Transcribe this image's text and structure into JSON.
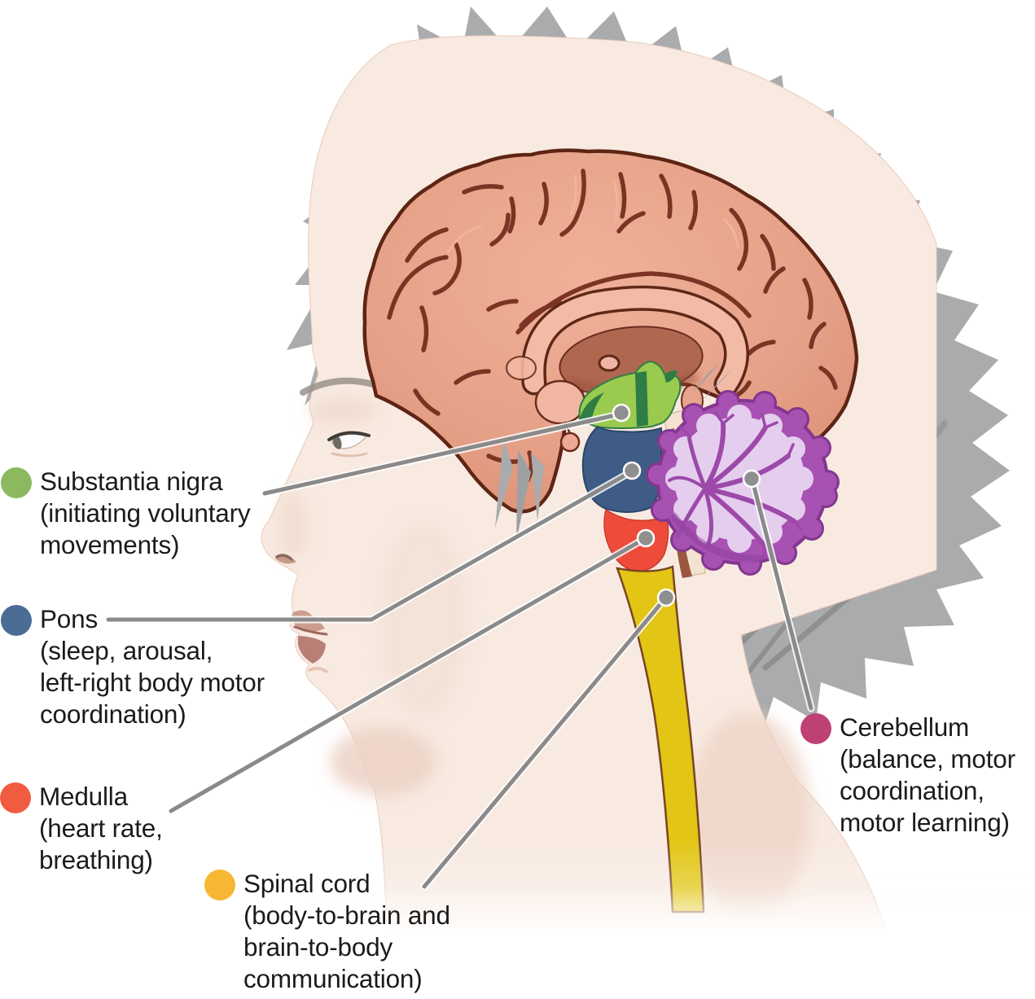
{
  "figure": {
    "description": "Sagittal brain diagram inside a human head profile with labeled brainstem structures",
    "palette": {
      "background": "#FFFFFF",
      "hair": "#A9ABAD",
      "skin": "#F8EAE1",
      "cerebrum": "#E6A289",
      "cerebrum_outline": "#5E2414",
      "corpus_callosum": "#F3BBA6",
      "thalamus": "#B06750",
      "substantia_nigra_region": "#9ACB4F",
      "substantia_nigra_dark": "#2E7D45",
      "pons_region": "#3E5C85",
      "medulla_region": "#EE4B3B",
      "spinal_cord_region": "#E2C515",
      "cerebellum_outer": "#A751B2",
      "cerebellum_inner": "#E5CDEE",
      "leader_line": "#8A8A8A",
      "text": "#1B1B1B"
    }
  },
  "labels": [
    {
      "term": "Substantia nigra",
      "dot_color": "#8CB95F",
      "lines": [
        "Substantia nigra",
        "(initiating voluntary",
        "movements)"
      ]
    },
    {
      "term": "Pons",
      "dot_color": "#4B6C94",
      "lines": [
        "Pons",
        "(sleep, arousal,",
        "left-right body motor",
        "coordination)"
      ]
    },
    {
      "term": "Medulla",
      "dot_color": "#F15B40",
      "lines": [
        "Medulla",
        "(heart rate,",
        "breathing)"
      ]
    },
    {
      "term": "Spinal cord",
      "dot_color": "#F8B732",
      "lines": [
        "Spinal cord",
        "(body-to-brain and",
        "brain-to-body",
        "communication)"
      ]
    },
    {
      "term": "Cerebellum",
      "dot_color": "#BE4176",
      "lines": [
        "Cerebellum",
        "(balance, motor",
        "coordination,",
        "motor learning)"
      ]
    }
  ]
}
